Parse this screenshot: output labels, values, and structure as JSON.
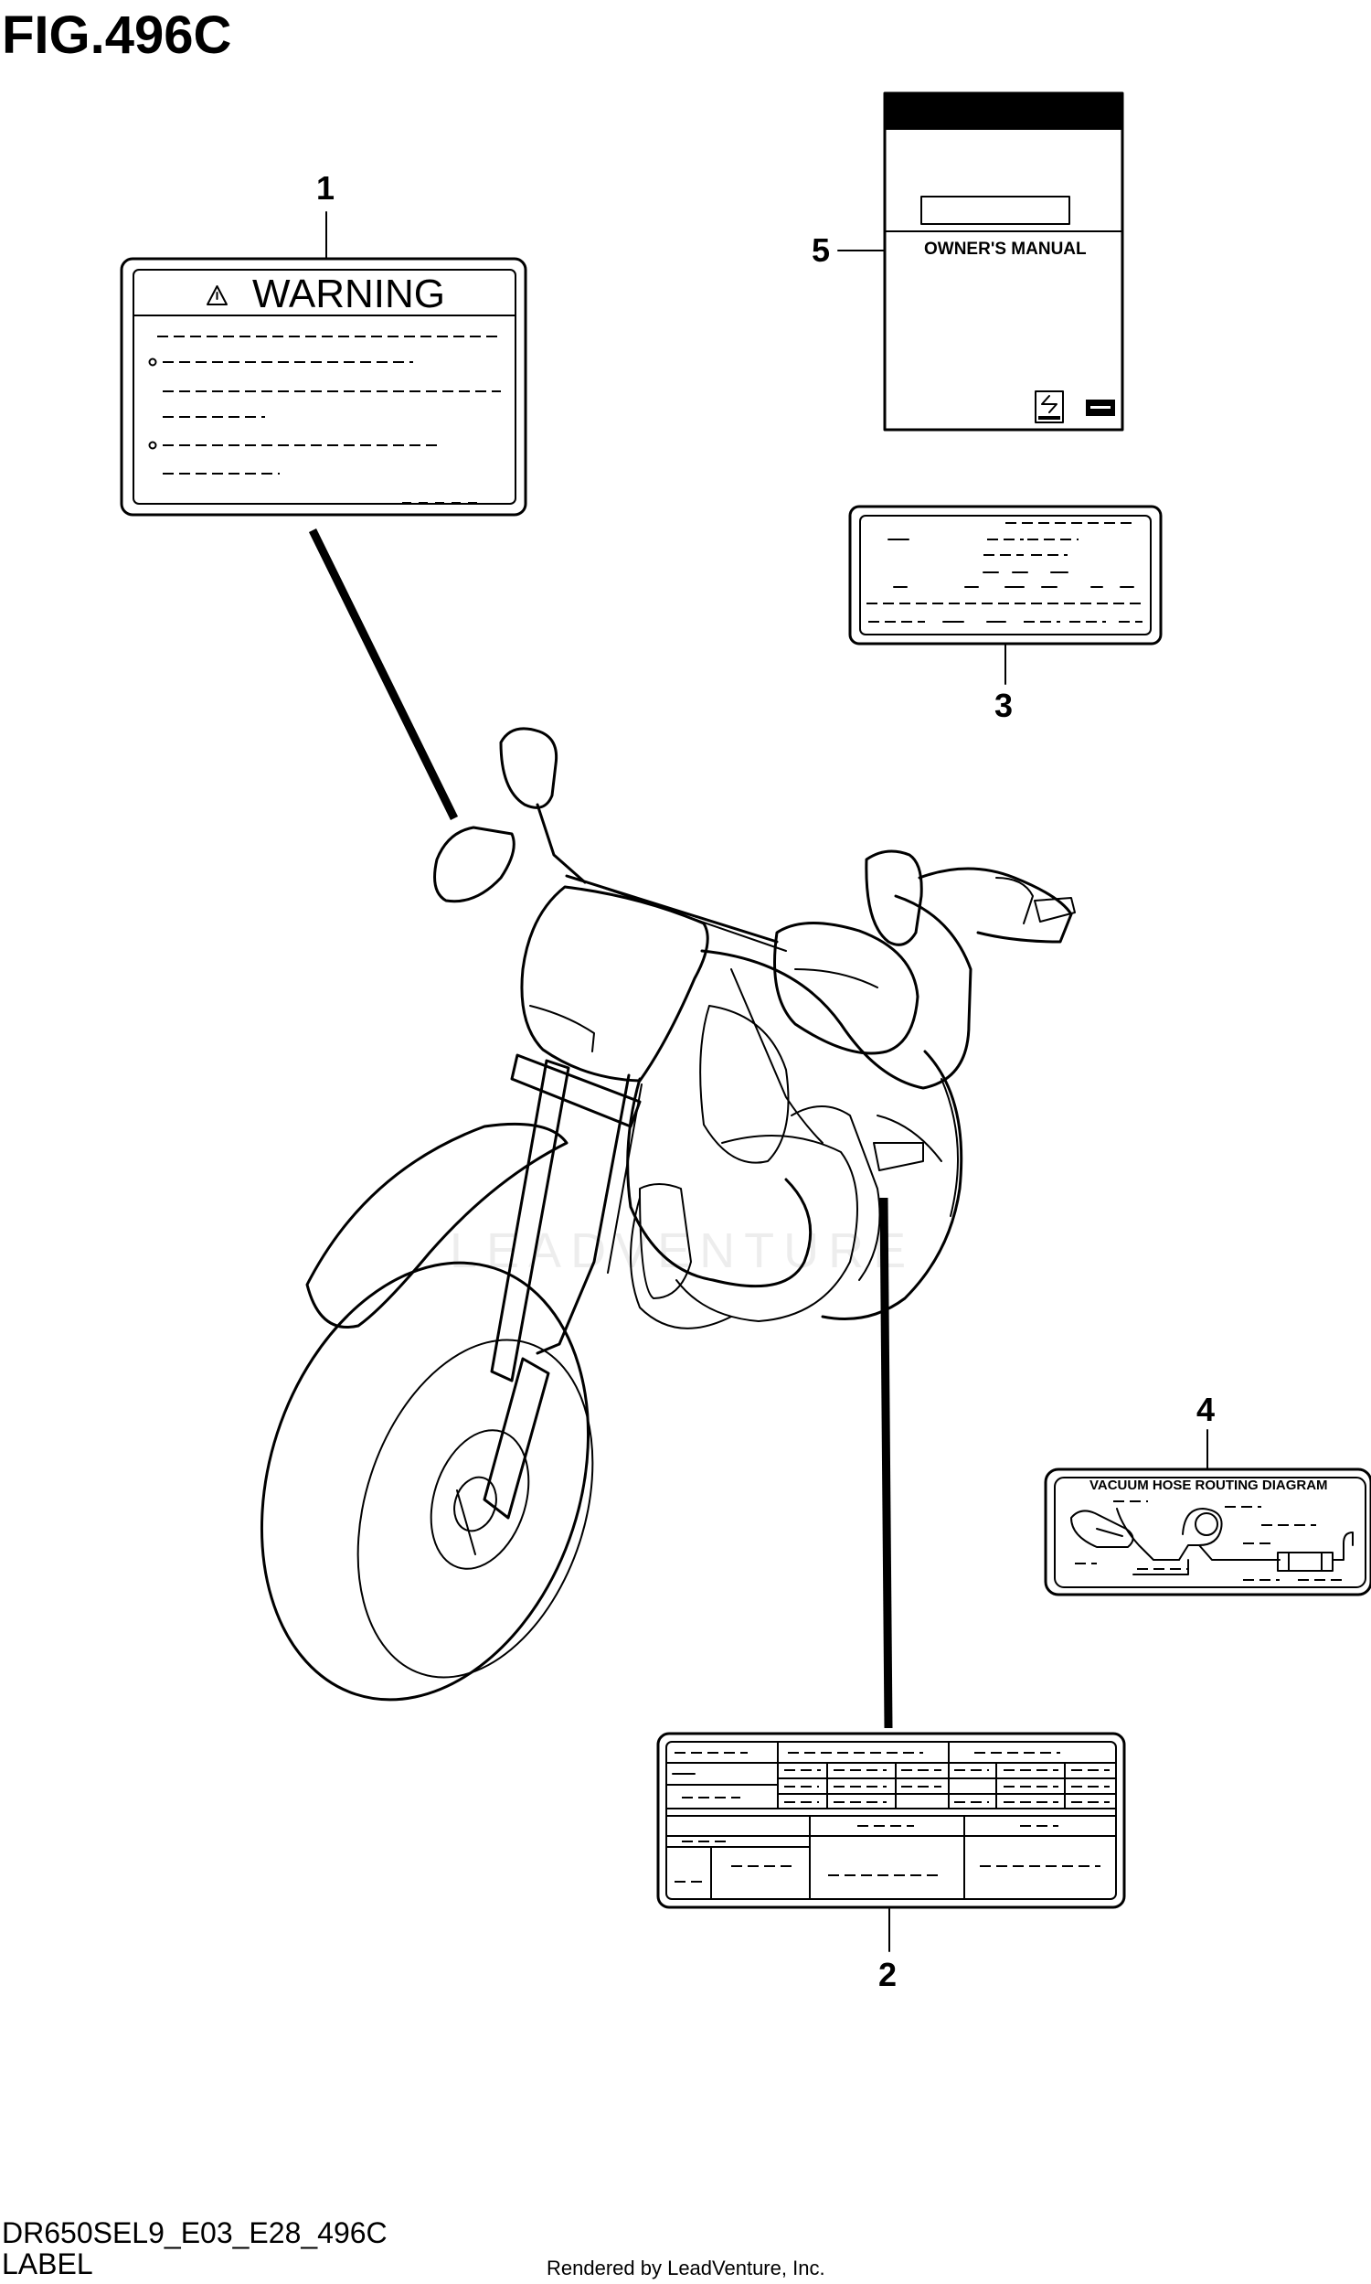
{
  "figure": {
    "title": "FIG.496C"
  },
  "callouts": {
    "c1": "1",
    "c2": "2",
    "c3": "3",
    "c4": "4",
    "c5": "5"
  },
  "labels": {
    "warning_title": "WARNING",
    "owners_manual": "OWNER'S MANUAL",
    "vacuum_diagram": "VACUUM HOSE ROUTING DIAGRAM"
  },
  "watermark": "LEADVENTURE",
  "footer": {
    "model_code": "DR650SEL9_E03_E28_496C",
    "section_name": "LABEL",
    "rendered_by": "Rendered by LeadVenture, Inc."
  }
}
